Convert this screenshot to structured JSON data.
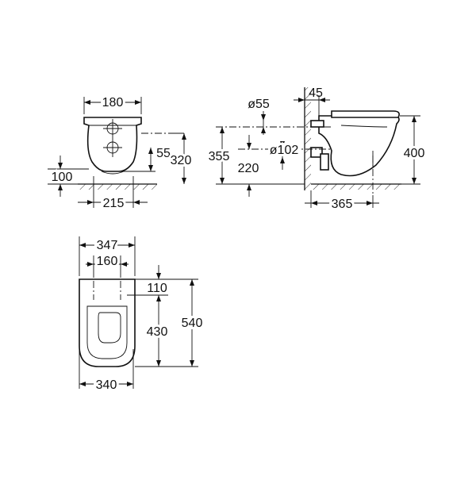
{
  "dimensions": {
    "front": {
      "width_top": "180",
      "hole_offset": "55",
      "height": "320",
      "floor_offset": "100",
      "width_bottom": "215"
    },
    "side": {
      "pipe_diameter": "ø55",
      "wall_gap": "45",
      "outlet_diameter": "ø102",
      "height_outlet": "355",
      "height_inlet": "220",
      "projection": "365",
      "height_total": "400"
    },
    "top": {
      "width_outer": "347",
      "fixing_spacing": "160",
      "fixing_offset": "110",
      "length_seat": "430",
      "length_total": "540",
      "width_bottom": "340"
    }
  }
}
